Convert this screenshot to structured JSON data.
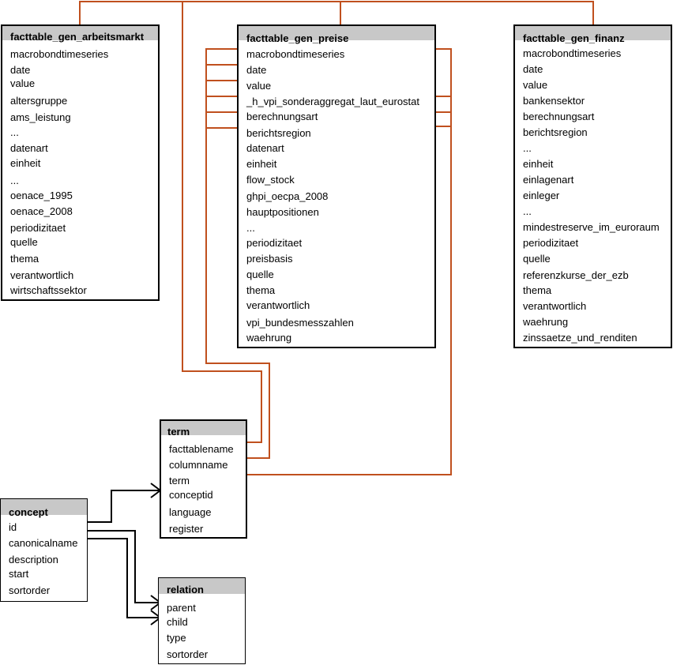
{
  "tables": {
    "arbeitsmarkt": {
      "title": "facttable_gen_arbeitsmarkt",
      "fields": [
        "macrobondtimeseries",
        "date",
        "value",
        "altersgruppe",
        "ams_leistung",
        "...",
        "datenart",
        "einheit",
        "...",
        "oenace_1995",
        "oenace_2008",
        "periodizitaet",
        "quelle",
        "thema",
        "verantwortlich",
        "wirtschaftssektor"
      ]
    },
    "preise": {
      "title": "facttable_gen_preise",
      "fields": [
        "macrobondtimeseries",
        "date",
        "value",
        "_h_vpi_sonderaggregat_laut_eurostat",
        "berechnungsart",
        "berichtsregion",
        "datenart",
        "einheit",
        "flow_stock",
        "ghpi_oecpa_2008",
        "hauptpositionen",
        "...",
        "periodizitaet",
        "preisbasis",
        "quelle",
        "thema",
        "verantwortlich",
        "vpi_bundesmesszahlen",
        "waehrung"
      ]
    },
    "finanz": {
      "title": "facttable_gen_finanz",
      "fields": [
        "macrobondtimeseries",
        "date",
        "value",
        "bankensektor",
        "berechnungsart",
        "berichtsregion",
        "...",
        "einheit",
        "einlagenart",
        "einleger",
        "...",
        "mindestreserve_im_euroraum",
        "periodizitaet",
        "quelle",
        "referenzkurse_der_ezb",
        "thema",
        "verantwortlich",
        "waehrung",
        "zinssaetze_und_renditen"
      ]
    },
    "term": {
      "title": "term",
      "fields": [
        "facttablename",
        "columnname",
        "term",
        "conceptid",
        "language",
        "register"
      ]
    },
    "concept": {
      "title": "concept",
      "fields": [
        "id",
        "canonicalname",
        "description",
        "start",
        "sortorder"
      ]
    },
    "relation": {
      "title": "relation",
      "fields": [
        "parent",
        "child",
        "type",
        "sortorder"
      ]
    }
  },
  "colors": {
    "fk_line": "#c0501e",
    "rel_line": "#000000",
    "header_bg": "#c8c8c8"
  }
}
